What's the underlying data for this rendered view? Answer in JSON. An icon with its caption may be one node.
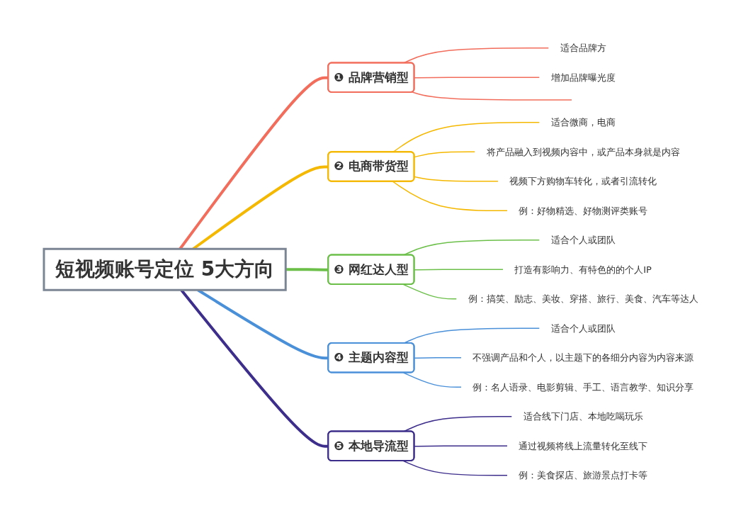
{
  "diagram": {
    "nodes": [
      {
        "text": [
          "短视频账号定位 5大方向"
        ]
      },
      {
        "text": [
          "❶ 品牌营销型"
        ]
      },
      {
        "text": [
          "适合品牌方"
        ]
      },
      {
        "text": [
          "增加品牌曝光度"
        ]
      },
      {
        "text": [],
        "shape": "box"
      },
      {
        "text": [
          "❷ 电商带货型"
        ]
      },
      {
        "text": [
          "适合微商，电商"
        ]
      },
      {
        "text": [
          "将产品融入到视频内容中，或产品本身就是内容"
        ]
      },
      {
        "text": [
          "视频下方购物车转化，或者引流转化"
        ]
      },
      {
        "text": [
          "例：好物精选、好物测评类账号"
        ]
      },
      {
        "text": [
          "❸ 网红达人型"
        ]
      },
      {
        "text": [
          "适合个人或团队"
        ]
      },
      {
        "text": [
          "打造有影响力、有特色的的个人IP"
        ]
      },
      {
        "text": [
          "例：搞笑、励志、美妆、穿搭、旅行、美食、汽车等达人"
        ]
      },
      {
        "text": [
          "❹ 主题内容型"
        ]
      },
      {
        "text": [
          "适合个人或团队"
        ]
      },
      {
        "text": [
          "不强调产品和个人，以主题下的各细分内容为内容来源"
        ]
      },
      {
        "text": [
          "例：名人语录、电影剪辑、手工、语言教学、知识分享"
        ]
      },
      {
        "text": [
          "❺ 本地导流型"
        ]
      },
      {
        "text": [
          "适合线下门店、本地吃喝玩乐"
        ]
      },
      {
        "text": [
          "通过视频将线上流量转化至线下"
        ]
      },
      {
        "text": [
          "例：美食探店、旅游景点打卡等"
        ]
      }
    ],
    "edges": [
      {
        "from": 0,
        "to": 1,
        "arrow": "none",
        "style": "thick",
        "color": "#f26d5b"
      },
      {
        "from": 1,
        "to": 2,
        "arrow": "none",
        "color": "#f26d5b"
      },
      {
        "from": 1,
        "to": 3,
        "arrow": "none",
        "color": "#f26d5b"
      },
      {
        "from": 1,
        "to": 4,
        "arrow": "none",
        "color": "#f26d5b"
      },
      {
        "from": 0,
        "to": 5,
        "arrow": "none",
        "style": "thick",
        "color": "#f5b800"
      },
      {
        "from": 5,
        "to": 6,
        "arrow": "none",
        "color": "#f5b800"
      },
      {
        "from": 5,
        "to": 7,
        "arrow": "none",
        "color": "#f5b800"
      },
      {
        "from": 5,
        "to": 8,
        "arrow": "none",
        "color": "#f5b800"
      },
      {
        "from": 5,
        "to": 9,
        "arrow": "none",
        "color": "#f5b800"
      },
      {
        "from": 0,
        "to": 10,
        "arrow": "none",
        "style": "thick",
        "color": "#6cc04a"
      },
      {
        "from": 10,
        "to": 11,
        "arrow": "none",
        "color": "#6cc04a"
      },
      {
        "from": 10,
        "to": 12,
        "arrow": "none",
        "color": "#6cc04a"
      },
      {
        "from": 10,
        "to": 13,
        "arrow": "none",
        "color": "#6cc04a"
      },
      {
        "from": 0,
        "to": 14,
        "arrow": "none",
        "style": "thick",
        "color": "#4a90d9"
      },
      {
        "from": 14,
        "to": 15,
        "arrow": "none",
        "color": "#4a90d9"
      },
      {
        "from": 14,
        "to": 16,
        "arrow": "none",
        "color": "#4a90d9"
      },
      {
        "from": 14,
        "to": 17,
        "arrow": "none",
        "color": "#4a90d9"
      },
      {
        "from": 0,
        "to": 18,
        "arrow": "none",
        "style": "thick",
        "color": "#3d2e8c"
      },
      {
        "from": 18,
        "to": 19,
        "arrow": "none",
        "color": "#3d2e8c"
      },
      {
        "from": 18,
        "to": 20,
        "arrow": "none",
        "color": "#3d2e8c"
      },
      {
        "from": 18,
        "to": 21,
        "arrow": "none",
        "color": "#3d2e8c"
      }
    ]
  }
}
